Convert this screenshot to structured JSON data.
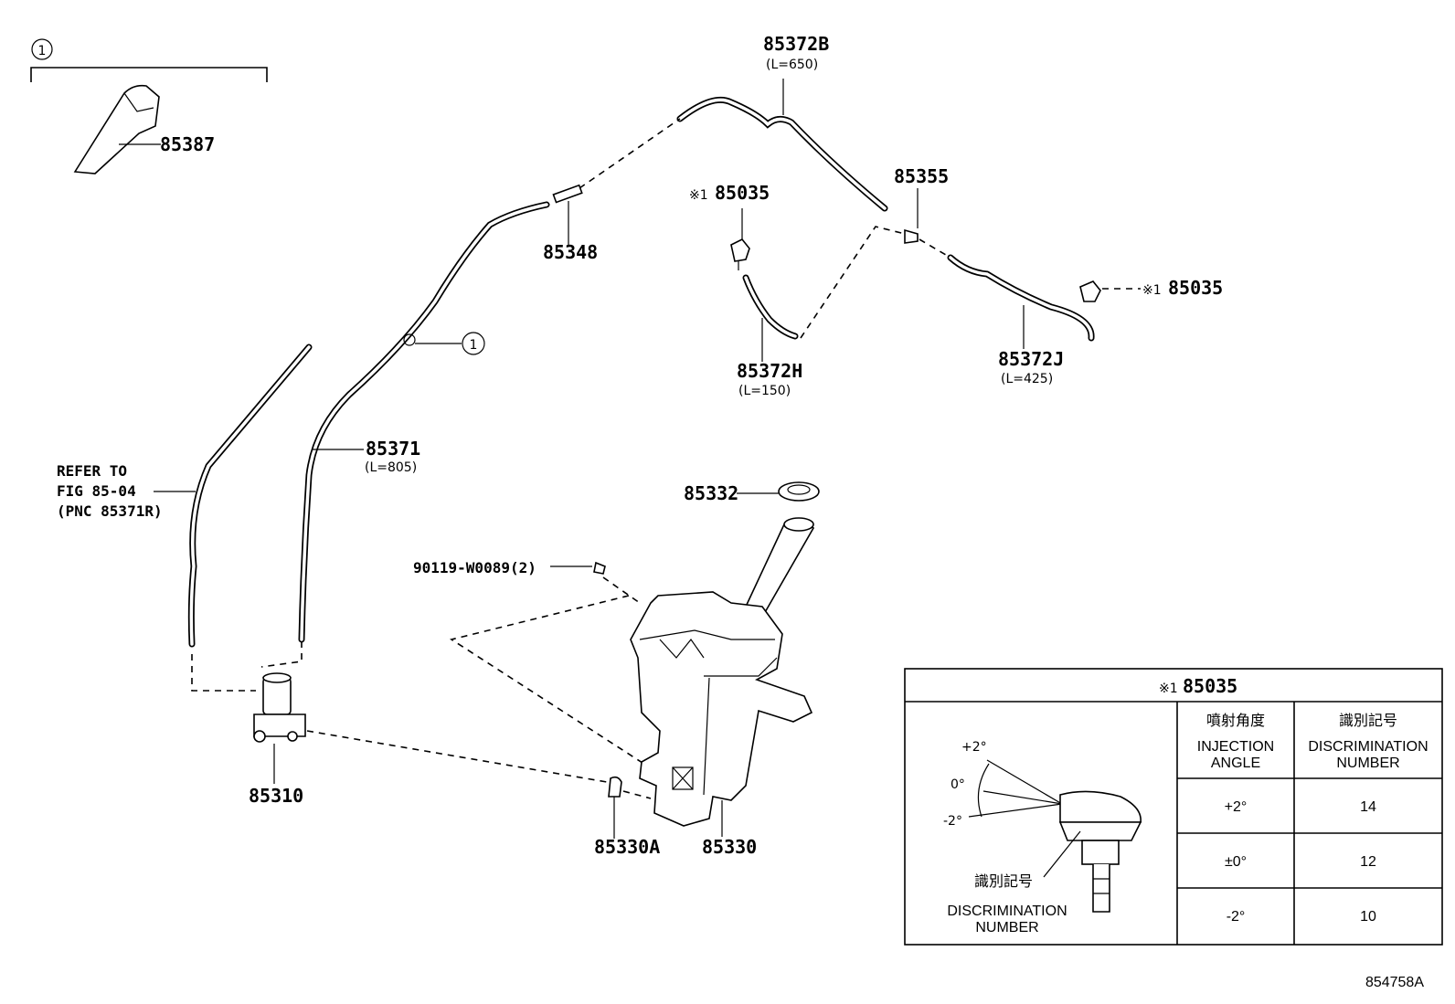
{
  "diagram": {
    "figure_number": "854758A",
    "callout_marker": "1",
    "parts": {
      "p85387": "85387",
      "p85372B": "85372B",
      "p85372B_len": "(L=650)",
      "p85348": "85348",
      "p85035_left": "85035",
      "p85035_left_mark": "※1",
      "p85355": "85355",
      "p85035_right": "85035",
      "p85035_right_mark": "※1",
      "p85372H": "85372H",
      "p85372H_len": "(L=150)",
      "p85372J": "85372J",
      "p85372J_len": "(L=425)",
      "p85371": "85371",
      "p85371_len": "(L=805)",
      "refer_line1": "REFER TO",
      "refer_line2": "FIG 85-04",
      "refer_line3": "(PNC 85371R)",
      "p85332": "85332",
      "p90119": "90119-W0089(2)",
      "p85310": "85310",
      "p85330A": "85330A",
      "p85330": "85330"
    }
  },
  "nozzle_table": {
    "title_mark": "※1",
    "title": "85035",
    "col1_jp": "噴射角度",
    "col1_en_line1": "INJECTION",
    "col1_en_line2": "ANGLE",
    "col2_jp": "識別記号",
    "col2_en_line1": "DISCRIMINATION",
    "col2_en_line2": "NUMBER",
    "rows": [
      {
        "angle": "+2°",
        "number": "14"
      },
      {
        "angle": "±0°",
        "number": "12"
      },
      {
        "angle": "-2°",
        "number": "10"
      }
    ],
    "illustration": {
      "angle_plus": "+2°",
      "angle_zero": "0°",
      "angle_minus": "-2°",
      "label_jp": "識別記号",
      "label_en_line1": "DISCRIMINATION",
      "label_en_line2": "NUMBER"
    }
  }
}
